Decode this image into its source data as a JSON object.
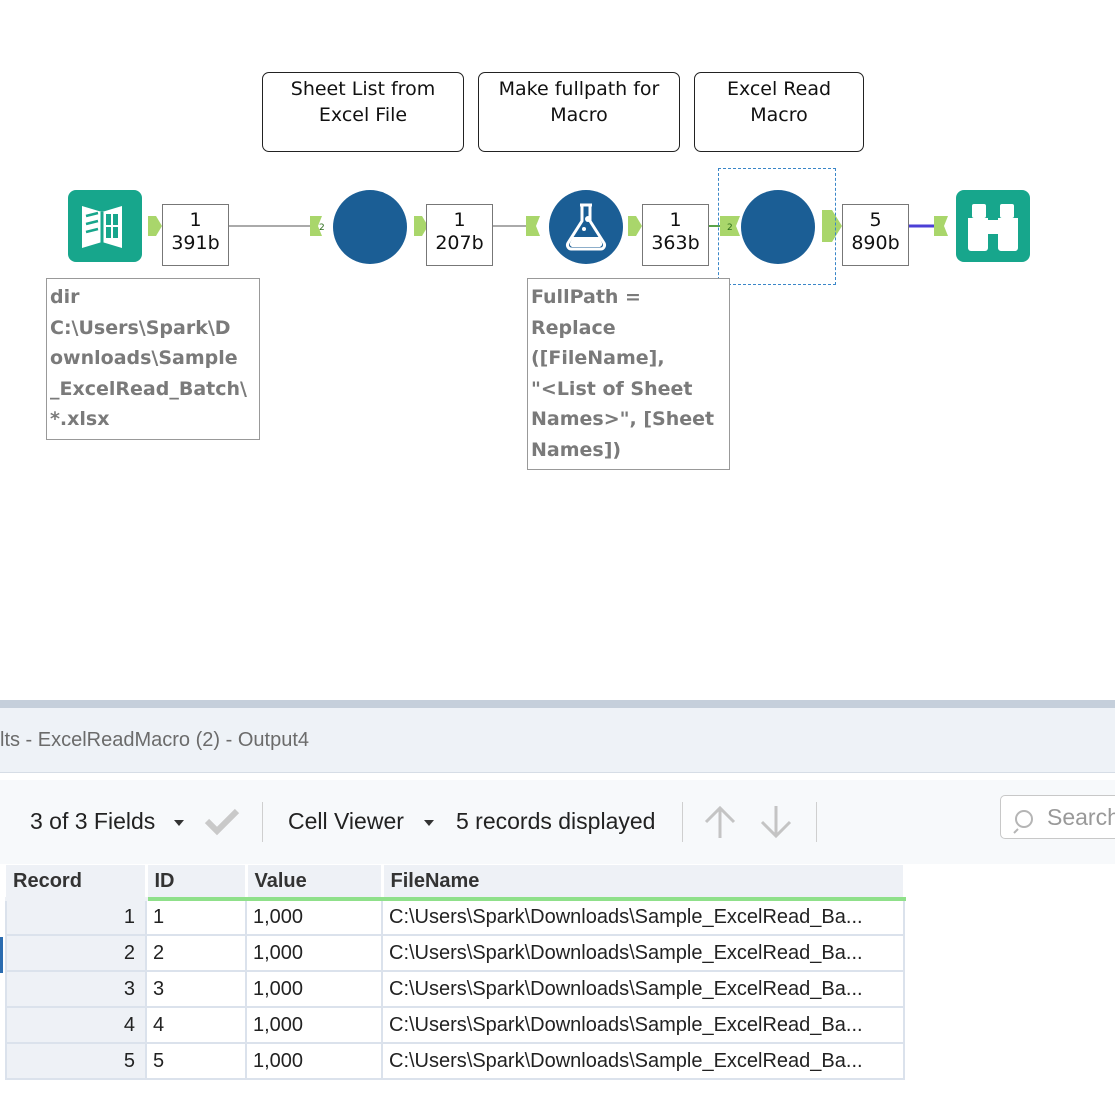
{
  "workflow": {
    "comments": [
      {
        "text": "Sheet List from\nExcel File"
      },
      {
        "text": "Make fullpath for\nMacro"
      },
      {
        "text": "Excel Read\nMacro"
      }
    ],
    "connections": [
      {
        "records": "1",
        "size": "391b"
      },
      {
        "records": "1",
        "size": "207b"
      },
      {
        "records": "1",
        "size": "363b"
      },
      {
        "records": "5",
        "size": "890b"
      }
    ],
    "annotations": [
      {
        "text": "dir\nC:\\Users\\Spark\\D\nownloads\\Sample\n_ExcelRead_Batch\\\n*.xlsx"
      },
      {
        "text": "FullPath =\nReplace\n([FileName],\n\"<List of Sheet\nNames>\", [Sheet\nNames])"
      }
    ],
    "tools": {
      "input": "directory-tool-icon",
      "macro1": "macro-tool-icon",
      "formula": "formula-tool-icon",
      "macro2": "macro-tool-icon",
      "browse": "browse-tool-icon"
    },
    "colors": {
      "macro": "#1b5e95",
      "tool_teal": "#17a68c",
      "anchor": "#a9d66b",
      "wire_output": "#4b3fd6"
    }
  },
  "results": {
    "title": "lts - ExcelReadMacro (2) - Output4",
    "fields_selector": "3 of 3 Fields",
    "cell_viewer": "Cell Viewer",
    "records_displayed": "5 records displayed",
    "search_placeholder": "Search",
    "columns": [
      "Record",
      "ID",
      "Value",
      "FileName"
    ],
    "rows": [
      {
        "record": "1",
        "id": "1",
        "value": "1,000",
        "filename": "C:\\Users\\Spark\\Downloads\\Sample_ExcelRead_Ba..."
      },
      {
        "record": "2",
        "id": "2",
        "value": "1,000",
        "filename": "C:\\Users\\Spark\\Downloads\\Sample_ExcelRead_Ba..."
      },
      {
        "record": "3",
        "id": "3",
        "value": "1,000",
        "filename": "C:\\Users\\Spark\\Downloads\\Sample_ExcelRead_Ba..."
      },
      {
        "record": "4",
        "id": "4",
        "value": "1,000",
        "filename": "C:\\Users\\Spark\\Downloads\\Sample_ExcelRead_Ba..."
      },
      {
        "record": "5",
        "id": "5",
        "value": "1,000",
        "filename": "C:\\Users\\Spark\\Downloads\\Sample_ExcelRead_Ba..."
      }
    ]
  }
}
